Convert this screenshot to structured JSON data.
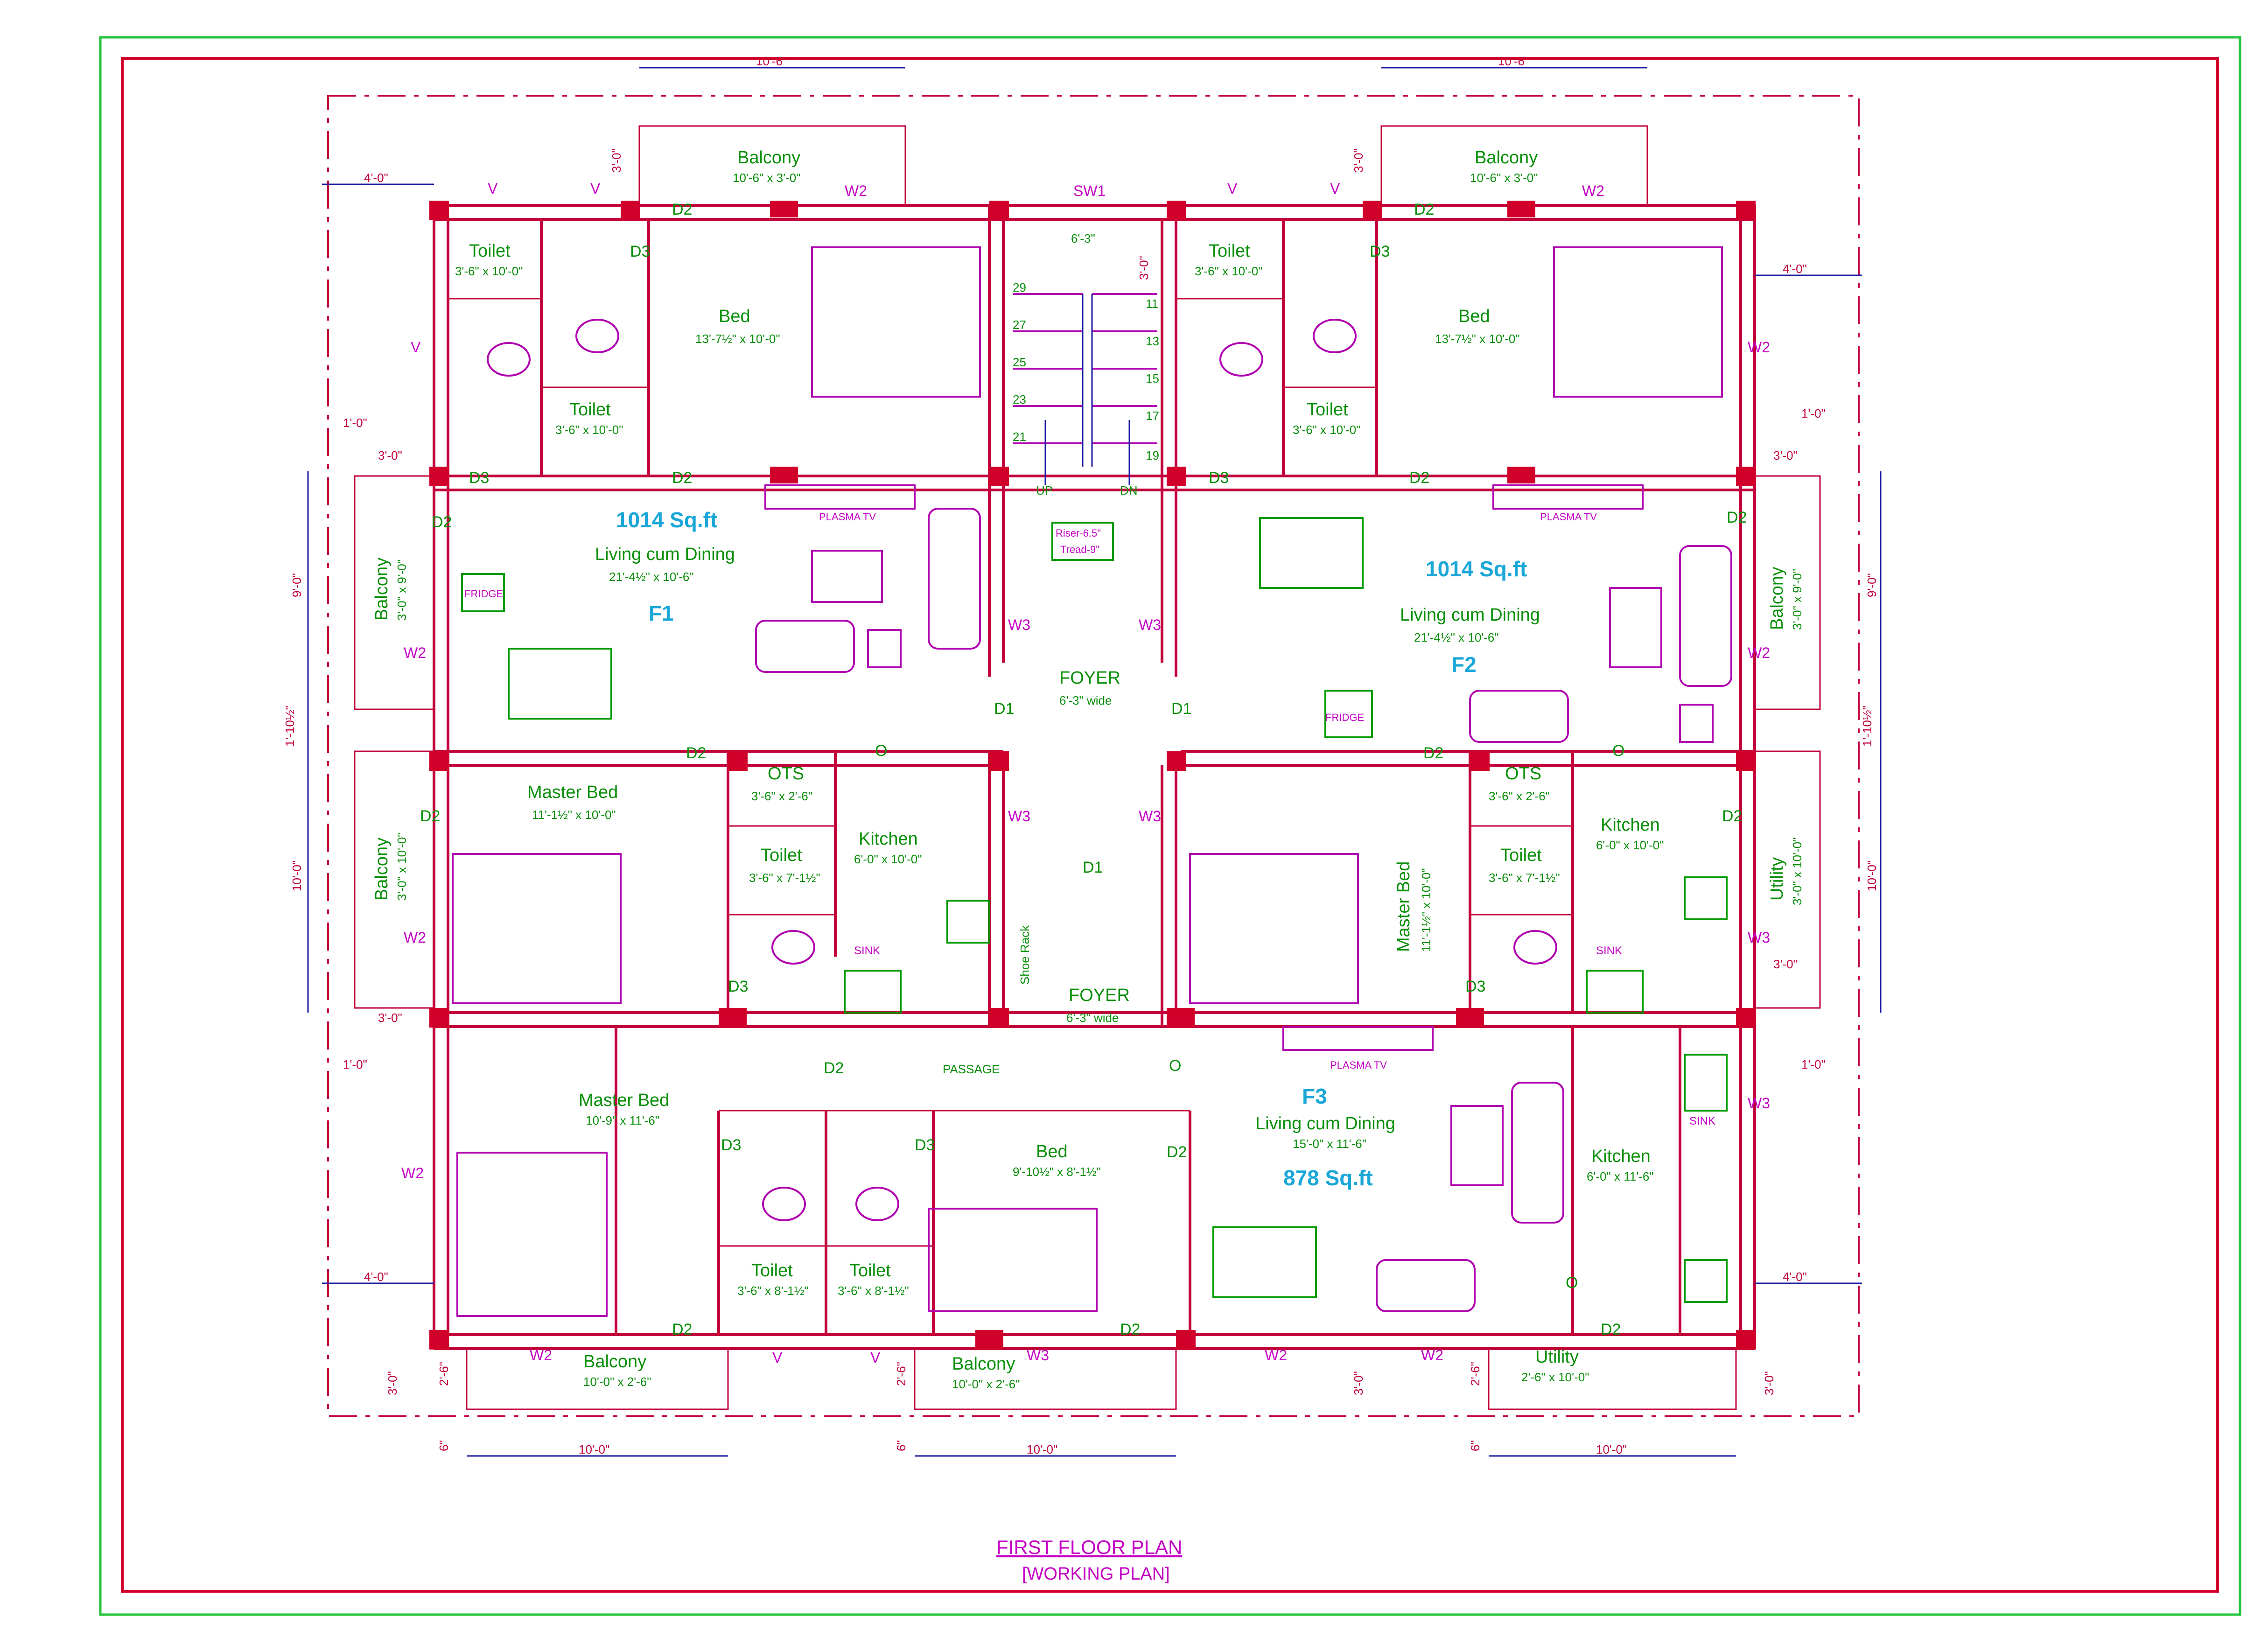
{
  "drawing": {
    "title": "FIRST FLOOR PLAN",
    "subtitle": "[WORKING  PLAN]"
  },
  "flats": {
    "f1": {
      "label": "F1",
      "area": "1014 Sq.ft"
    },
    "f2": {
      "label": "F2",
      "area": "1014 Sq.ft"
    },
    "f3": {
      "label": "F3",
      "area": "878 Sq.ft"
    }
  },
  "rooms": {
    "f1_balcony_top": {
      "name": "Balcony",
      "size": "10'-6\" x 3'-0\""
    },
    "f1_toilet_a": {
      "name": "Toilet",
      "size": "3'-6\" x 10'-0\""
    },
    "f1_toilet_b": {
      "name": "Toilet",
      "size": "3'-6\" x 10'-0\""
    },
    "f1_bed": {
      "name": "Bed",
      "size": "13'-7½\" x 10'-0\""
    },
    "f1_living": {
      "name": "Living cum Dining",
      "size": "21'-4½\" x 10'-6\""
    },
    "f1_balcony_side": {
      "name": "Balcony",
      "size": "3'-0\" x 9'-0\""
    },
    "f1_master": {
      "name": "Master Bed",
      "size": "11'-1½\" x 10'-0\""
    },
    "f1_balcony_side2": {
      "name": "Balcony",
      "size": "3'-0\" x 10'-0\""
    },
    "f1_ots": {
      "name": "OTS",
      "size": "3'-6\" x 2'-6\""
    },
    "f1_toilet_c": {
      "name": "Toilet",
      "size": "3'-6\" x 7'-1½\""
    },
    "f1_kitchen": {
      "name": "Kitchen",
      "size": "6'-0\" x 10'-0\""
    },
    "f2_balcony_top": {
      "name": "Balcony",
      "size": "10'-6\" x 3'-0\""
    },
    "f2_toilet_a": {
      "name": "Toilet",
      "size": "3'-6\" x 10'-0\""
    },
    "f2_toilet_b": {
      "name": "Toilet",
      "size": "3'-6\" x 10'-0\""
    },
    "f2_bed": {
      "name": "Bed",
      "size": "13'-7½\" x 10'-0\""
    },
    "f2_living": {
      "name": "Living cum Dining",
      "size": "21'-4½\" x 10'-6\""
    },
    "f2_balcony_side": {
      "name": "Balcony",
      "size": "3'-0\" x 9'-0\""
    },
    "f2_master": {
      "name": "Master Bed",
      "size": "11'-1½\" x 10'-0\""
    },
    "f2_ots": {
      "name": "OTS",
      "size": "3'-6\" x 2'-6\""
    },
    "f2_toilet_c": {
      "name": "Toilet",
      "size": "3'-6\" x 7'-1½\""
    },
    "f2_kitchen": {
      "name": "Kitchen",
      "size": "6'-0\" x 10'-0\""
    },
    "f2_utility": {
      "name": "Utility",
      "size": "3'-0\" x 10'-0\""
    },
    "foyer_top": {
      "name": "FOYER",
      "size": "6'-3\" wide"
    },
    "foyer_mid": {
      "name": "FOYER",
      "size": "6'-3\" wide"
    },
    "shoe_rack": {
      "name": "Shoe Rack"
    },
    "passage": {
      "name": "PASSAGE"
    },
    "f3_master": {
      "name": "Master Bed",
      "size": "10'-9\" x 11'-6\""
    },
    "f3_bed": {
      "name": "Bed",
      "size": "9'-10½\" x 8'-1½\""
    },
    "f3_toilet_a": {
      "name": "Toilet",
      "size": "3'-6\" x 8'-1½\""
    },
    "f3_toilet_b": {
      "name": "Toilet",
      "size": "3'-6\" x 8'-1½\""
    },
    "f3_living": {
      "name": "Living cum Dining",
      "size": "15'-0\" x 11'-6\""
    },
    "f3_kitchen": {
      "name": "Kitchen",
      "size": "6'-0\" x 11'-6\""
    },
    "f3_balcony_a": {
      "name": "Balcony",
      "size": "10'-0\" x 2'-6\""
    },
    "f3_balcony_b": {
      "name": "Balcony",
      "size": "10'-0\" x 2'-6\""
    },
    "f3_utility": {
      "name": "Utility",
      "size": "2'-6\" x 10'-0\""
    }
  },
  "stairs": {
    "up": "UP",
    "dn": "DN",
    "width": "6'-3\"",
    "numbers_left": [
      "29",
      "27",
      "25",
      "23",
      "21"
    ],
    "numbers_right": [
      "11",
      "13",
      "15",
      "17",
      "19"
    ],
    "riser": "Riser-6.5\"",
    "tread": "Tread-9\"",
    "sw": "SW1"
  },
  "fixtures": {
    "plasma": "PLASMA TV",
    "plasma_f2": "PLASMA TV",
    "plasma_f3": "PLASMA TV",
    "fridge_f1": "FRIDGE",
    "fridge_f2": "FRIDGE",
    "sink_f1": "SINK",
    "sink_f2": "SINK",
    "sink_f3": "SINK"
  },
  "labels": {
    "D1": "D1",
    "D2": "D2",
    "D3": "D3",
    "W2": "W2",
    "W3": "W3",
    "V": "V",
    "O": "O"
  },
  "dimensions": {
    "top_left": "10'-6\"",
    "top_right": "10'-6\"",
    "bal_offset": "3'-0\"",
    "side_4": "4'-0\"",
    "side_3": "3'-0\"",
    "side_1": "1'-0\"",
    "side_9": "9'-0\"",
    "side_10": "10'-0\"",
    "side_1_10": "1'-10½\"",
    "bot_10": "10'-0\"",
    "bot_2_6": "2'-6\"",
    "bot_6": "6\"",
    "stair_3": "3'-0\""
  },
  "colors": {
    "wall": "#c2003a",
    "furniture": "#b000b0",
    "label": "#0a8f0a",
    "area": "#1aa7d8",
    "dimension": "#1a1aa0",
    "border": "#22c33a"
  }
}
